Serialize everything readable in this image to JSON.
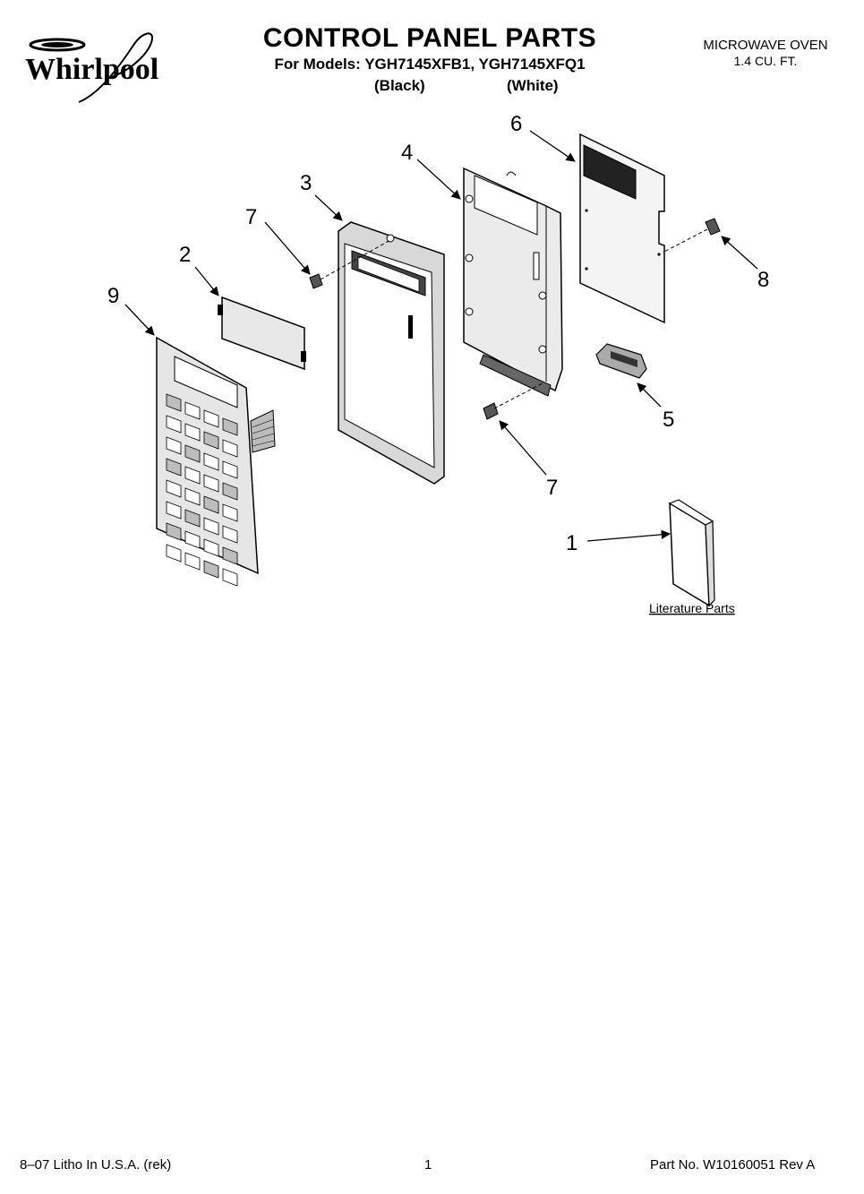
{
  "brand": {
    "logo_text": "Whirlpool"
  },
  "header": {
    "title": "CONTROL PANEL PARTS",
    "models_line": "For Models: YGH7145XFB1, YGH7145XFQ1",
    "variant_black": "(Black)",
    "variant_white": "(White)",
    "product_name": "MICROWAVE OVEN",
    "product_capacity": "1.4 CU. FT."
  },
  "diagram": {
    "callouts": [
      "9",
      "2",
      "7",
      "3",
      "4",
      "6",
      "8",
      "5",
      "7",
      "1"
    ],
    "literature_label": "Literature Parts"
  },
  "footer": {
    "litho": "8–07 Litho In U.S.A. (rek)",
    "page_number": "1",
    "part_number": "Part No. W10160051 Rev A"
  },
  "colors": {
    "ink": "#000000",
    "paper": "#ffffff",
    "shade": "#cfcfcf"
  }
}
